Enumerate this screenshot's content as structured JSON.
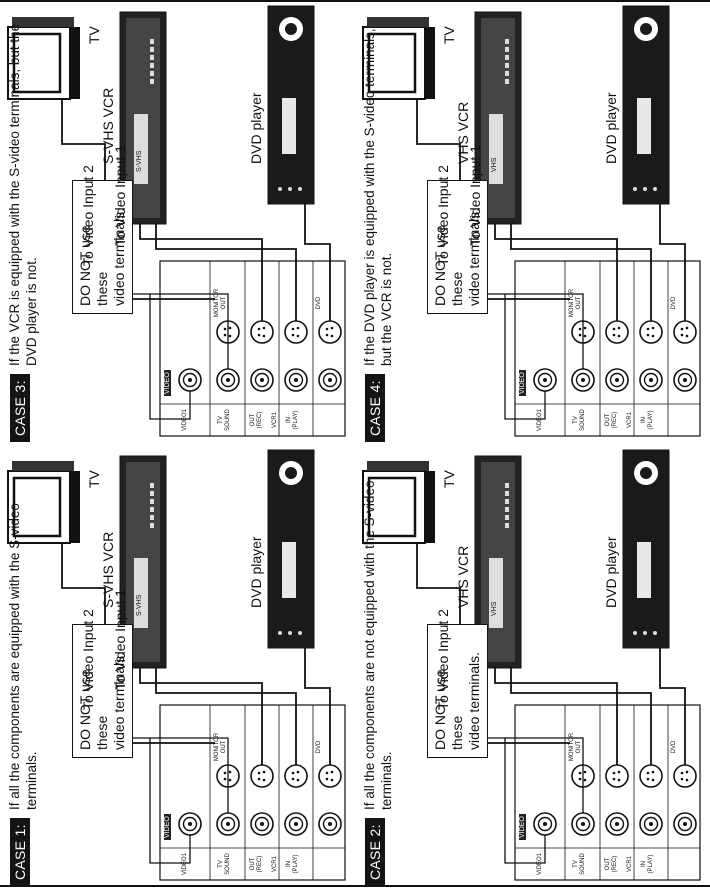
{
  "cases": [
    {
      "id": "case-1",
      "badge": "CASE 1:",
      "title": "If all the components are equipped with the S-video terminals.",
      "warning": [
        "DO NOT use these",
        "video terminals."
      ],
      "tv_label": "TV",
      "vcr_label": "S-VHS VCR",
      "dvd_label": "DVD player",
      "input_upper": "To Video Input 2",
      "input_lower": "To Video Input 1",
      "vcr_badge": "S-VHS",
      "dvd_badge": "",
      "video_tag": "VIDEO",
      "rows": [
        "VIDEO1",
        "TV\nSOUND",
        "OUT\n(REC)",
        "IN\n(PLAY)",
        ""
      ],
      "monitor_out": "MONITOR\nOUT",
      "vcr1": "VCR1",
      "dvd_term": "DVD"
    },
    {
      "id": "case-2",
      "badge": "CASE 2:",
      "title": "If all the components are not equipped with the S-video terminals.",
      "warning": [
        "DO NOT use these",
        "video terminals."
      ],
      "tv_label": "TV",
      "vcr_label": "VHS VCR",
      "dvd_label": "DVD player",
      "input_upper": "To Video Input 2",
      "input_lower": "",
      "vcr_badge": "VHS",
      "dvd_badge": "",
      "video_tag": "VIDEO",
      "rows": [
        "VIDEO1",
        "TV\nSOUND",
        "OUT\n(REC)",
        "IN\n(PLAY)",
        ""
      ],
      "monitor_out": "MONITOR\nOUT",
      "vcr1": "VCR1",
      "dvd_term": "DVD"
    },
    {
      "id": "case-3",
      "badge": "CASE 3:",
      "title": "If the VCR is equipped with the S-video terminals, but the DVD player is not.",
      "warning": [
        "DO NOT use these",
        "video terminals."
      ],
      "tv_label": "TV",
      "vcr_label": "S-VHS VCR",
      "dvd_label": "DVD player",
      "input_upper": "To Video Input 2",
      "input_lower": "To Video Input 1",
      "vcr_badge": "S-VHS",
      "dvd_badge": "",
      "video_tag": "VIDEO",
      "rows": [
        "VIDEO1",
        "TV\nSOUND",
        "OUT\n(REC)",
        "IN\n(PLAY)",
        ""
      ],
      "monitor_out": "MONITOR\nOUT",
      "vcr1": "VCR1",
      "dvd_term": "DVD"
    },
    {
      "id": "case-4",
      "badge": "CASE 4:",
      "title": "If the DVD player is equipped with the S-video terminals, but the VCR is not.",
      "warning": [
        "DO NOT use these",
        "video terminals."
      ],
      "tv_label": "TV",
      "vcr_label": "VHS VCR",
      "dvd_label": "DVD player",
      "input_upper": "To Video Input 2",
      "input_lower": "To Video Input 1",
      "vcr_badge": "VHS",
      "dvd_badge": "",
      "video_tag": "VIDEO",
      "rows": [
        "VIDEO1",
        "TV\nSOUND",
        "OUT\n(REC)",
        "IN\n(PLAY)",
        ""
      ],
      "monitor_out": "MONITOR\nOUT",
      "vcr1": "VCR1",
      "dvd_term": "DVD"
    }
  ],
  "colors": {
    "ink": "#111111",
    "paper": "#ffffff",
    "shade": "#bdbdbd"
  }
}
